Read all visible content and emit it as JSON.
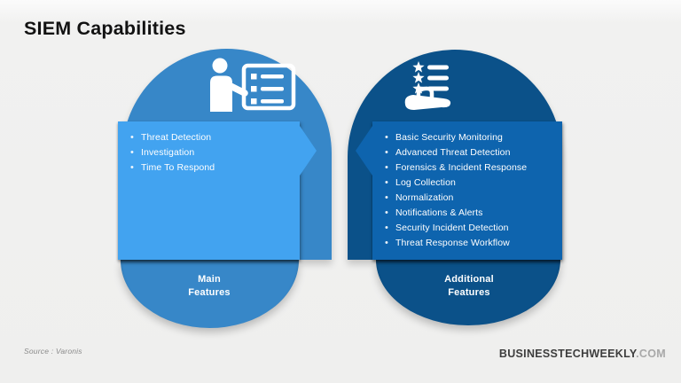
{
  "title": "SIEM Capabilities",
  "left_capsule": {
    "label": {
      "line1": "Main",
      "line2": "Features"
    },
    "items": [
      "Threat Detection",
      "Investigation",
      "Time To Respond"
    ],
    "icon": "presenter-checklist-icon",
    "colors": {
      "capsule": "#3787c8",
      "box": "#42a3f0"
    }
  },
  "right_capsule": {
    "label": {
      "line1": "Additional",
      "line2": "Features"
    },
    "items": [
      "Basic Security Monitoring",
      "Advanced Threat Detection",
      "Forensics & Incident Response",
      "Log Collection",
      "Normalization",
      "Notifications & Alerts",
      "Security Incident Detection",
      "Threat Response Workflow"
    ],
    "icon": "hand-holding-list-icon",
    "colors": {
      "capsule": "#0b5189",
      "box": "#0e64ae"
    }
  },
  "footer": {
    "source": "Source : Varonis",
    "brand": "BUSINESSTECHWEEKLY",
    "brand_domain": ".COM"
  }
}
